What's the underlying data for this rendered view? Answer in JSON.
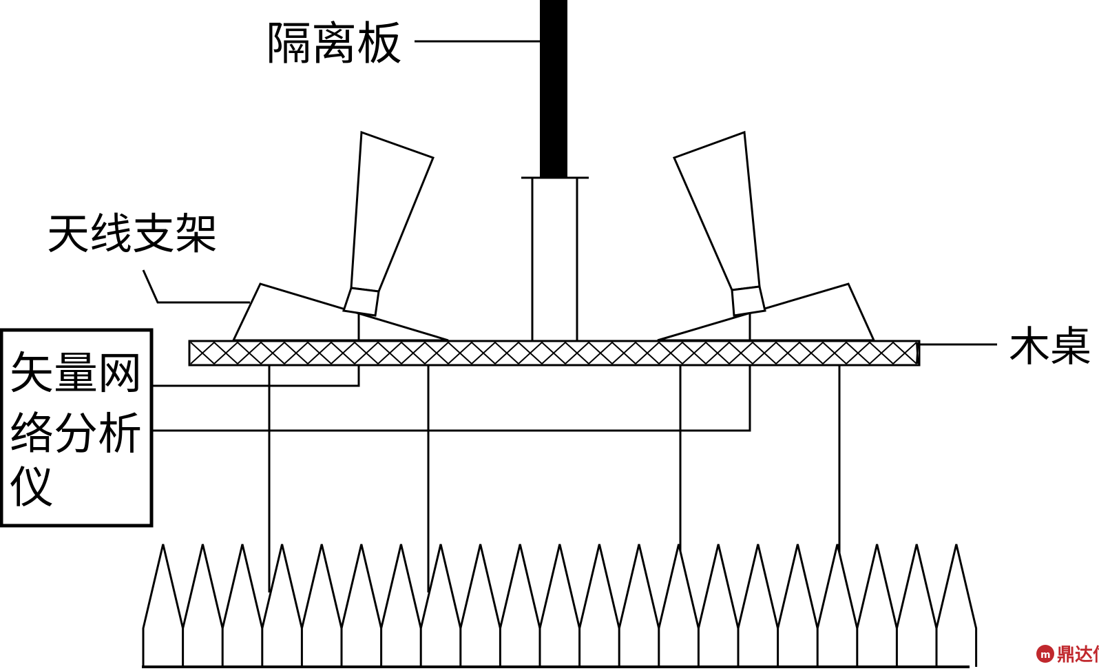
{
  "labels": {
    "partition": "隔离板",
    "antenna_bracket": "天线支架",
    "wooden_table": "木桌",
    "vna_line1": "矢量网",
    "vna_line2": "络分析",
    "vna_line3": "仪"
  },
  "watermark": {
    "text": "鼎达信"
  },
  "colors": {
    "stroke": "#000000",
    "background": "#ffffff",
    "watermark": "#c0282d"
  }
}
